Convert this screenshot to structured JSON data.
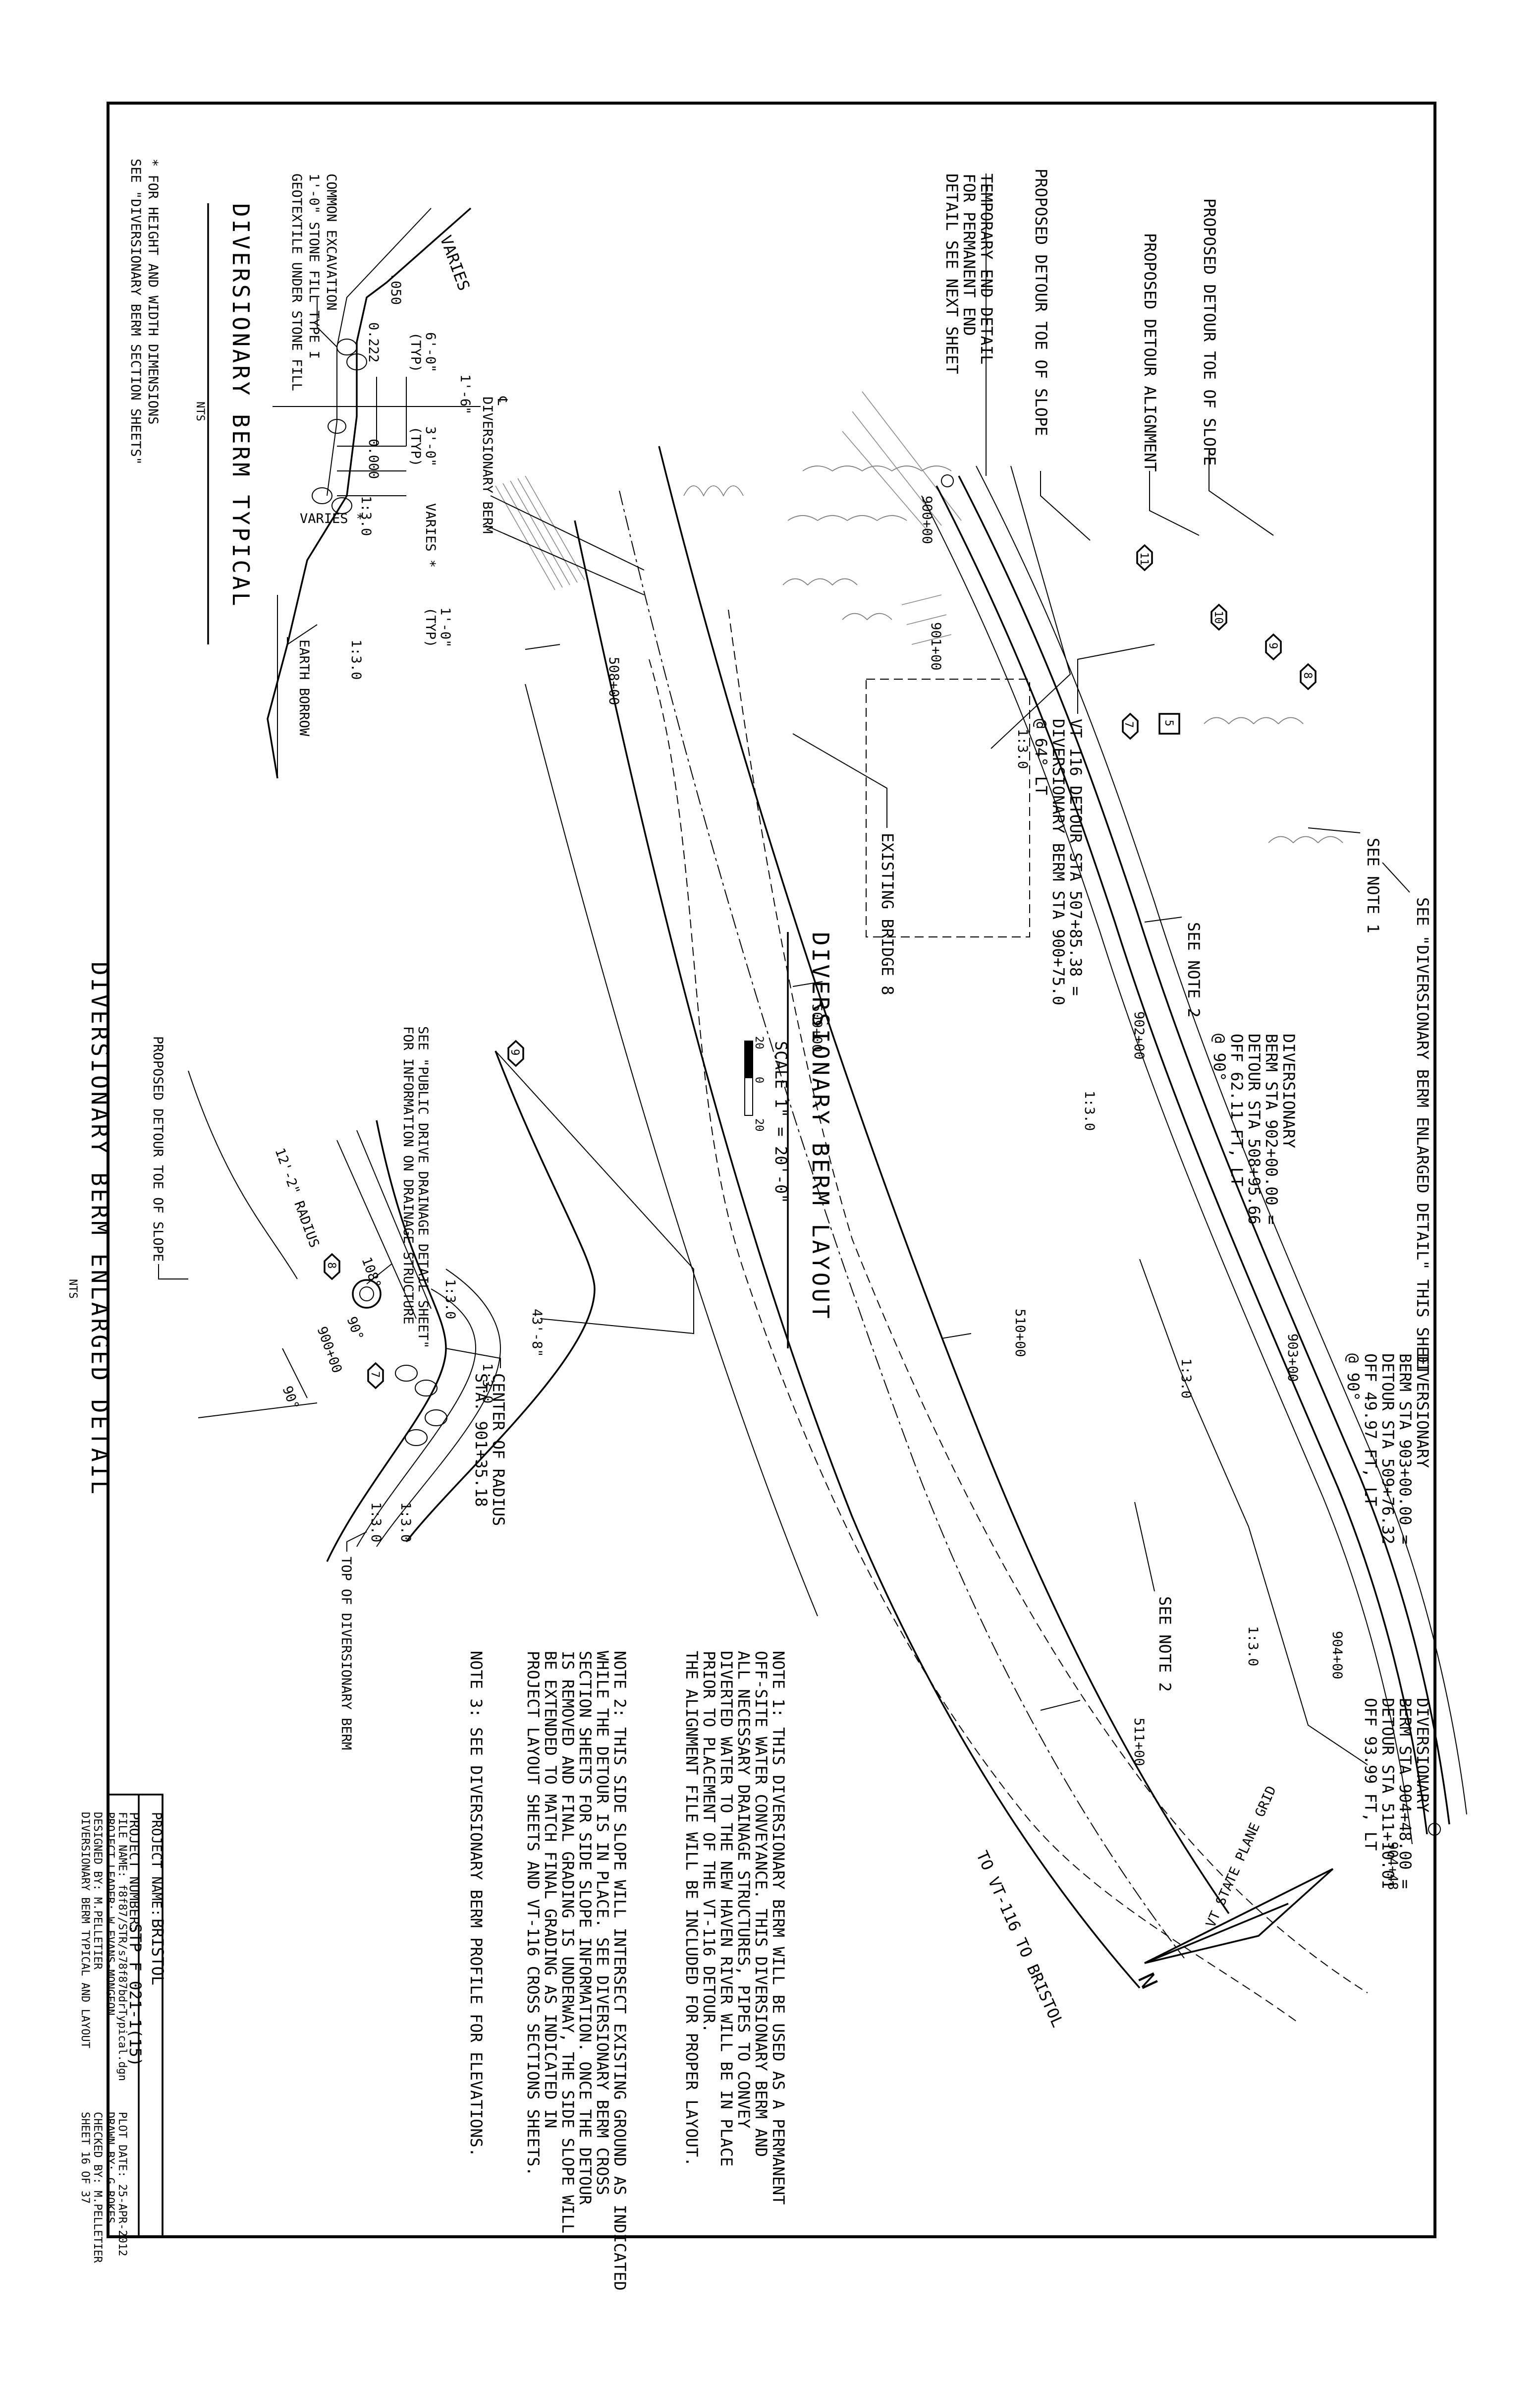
{
  "layout_sheet": {
    "title": "DIVERSIONARY BERM LAYOUT",
    "scale": "SCALE 1\" = 20'-0\"",
    "scale_ticks": [
      "20",
      "0",
      "20"
    ],
    "north_arrow": {
      "letter": "N",
      "grid_label": "VT STATE PLANE GRID"
    },
    "labels": {
      "proposed_toe_top": "PROPOSED DETOUR TOE OF SLOPE",
      "proposed_alignment": "PROPOSED DETOUR ALIGNMENT",
      "proposed_toe_left": "PROPOSED DETOUR TOE OF SLOPE",
      "temp_end_1": "TEMPORARY END DETAIL",
      "temp_end_2": "FOR PERMANENT END",
      "temp_end_3": "DETAIL SEE NEXT SHEET",
      "see_enlarged": "SEE \"DIVERSIONARY BERM ENLARGED DETAIL\" THIS SHEET",
      "see_note_1": "SEE NOTE 1",
      "see_note_2a": "SEE NOTE 2",
      "see_note_2b": "SEE NOTE 2",
      "existing_bridge": "EXISTING BRIDGE 8",
      "to_vt116": "TO VT-116 TO BRISTOL",
      "detour_sta_1": "VT 116 DETOUR STA 507+85.38 =",
      "detour_sta_2": "DIVERSIONARY BERM STA 900+75.0",
      "detour_sta_3": "@ 64° LT",
      "slope": "1:3.0"
    },
    "stations": [
      "900+00",
      "901+00",
      "902+00",
      "903+00",
      "904+00",
      "904+48",
      "508+00",
      "509+00",
      "510+00",
      "511+00"
    ],
    "callouts": [
      {
        "lines": [
          "DIVERSIONARY",
          "BERM STA 902+00.00 =",
          "DETOUR STA 508+95.66",
          "OFF 62.11 FT, LT",
          "@ 90°"
        ]
      },
      {
        "lines": [
          "DIVERSIONARY",
          "BERM STA 903+00.00 =",
          "DETOUR STA 509+76.32",
          "OFF 49.97 FT, LT",
          "@ 90°"
        ]
      },
      {
        "lines": [
          "DIVERSIONARY",
          "BERM STA 904+48.00 =",
          "DETOUR STA 511+10.01",
          "OFF 93.99 FT, LT"
        ]
      }
    ],
    "markers": {
      "hex": [
        "7",
        "8",
        "9",
        "10",
        "11"
      ],
      "square": [
        "5"
      ]
    }
  },
  "notes": [
    [
      "NOTE 1: THIS DIVERSIONARY BERM WILL BE USED AS A PERMANENT",
      "OFF-SITE WATER CONVEYANCE. THIS DIVERSIONARY BERM AND",
      "ALL NECESSARY DRAINAGE STRUCTURES, PIPES TO CONVEY",
      "DIVERTED WATER TO THE NEW HAVEN RIVER WILL BE IN PLACE",
      "PRIOR TO PLACEMENT OF THE VT-116 DETOUR.",
      "THE ALIGNMENT FILE WILL BE INCLUDED FOR PROPER LAYOUT."
    ],
    [
      "NOTE 2: THIS SIDE SLOPE WILL INTERSECT EXISTING GROUND AS INDICATED",
      "WHILE THE DETOUR IS IN PLACE. SEE DIVERSIONARY BERM CROSS",
      "SECTION SHEETS FOR SIDE SLOPE INFORMATION. ONCE THE DETOUR",
      "IS REMOVED AND FINAL GRADING IS UNDERWAY, THE SIDE SLOPE WILL",
      "BE EXTENDED TO MATCH FINAL GRADING AS INDICATED IN",
      "PROJECT LAYOUT SHEETS AND VT-116 CROSS SECTIONS SHEETS."
    ],
    [
      "NOTE 3: SEE DIVERSIONARY BERM PROFILE FOR ELEVATIONS."
    ]
  ],
  "typical": {
    "title": "DIVERSIONARY BERM TYPICAL",
    "nts": "NTS",
    "footnote_1": "* FOR HEIGHT AND WIDTH DIMENSIONS",
    "footnote_2": "SEE \"DIVERSIONARY BERM SECTION SHEETS\"",
    "common_excavation": "COMMON EXCAVATION",
    "stone_fill": "1'-0\" STONE FILL TYPE I",
    "geotextile": "GEOTEXTILE UNDER STONE FILL",
    "varies_top": "VARIES",
    "varies_mid": "VARIES *",
    "varies_low": "VARIES *",
    "berm_cl": "℄",
    "berm_label": "DIVERSIONARY BERM",
    "dim_1": "1'-6\"",
    "dim_6": "6'-0\"",
    "dim_3": "3'-0\"",
    "dim_1b": "1'-0\"",
    "typ": "(TYP)",
    "slope_050": ".050",
    "slope_222": "0.222",
    "slope_000": "0.000",
    "slope_13a": "1:3.0",
    "slope_13b": "1:3.0",
    "earth_borrow": "EARTH BORROW"
  },
  "enlarged": {
    "title": "DIVERSIONARY BERM ENLARGED DETAIL",
    "nts": "NTS",
    "see_public_1": "SEE \"PUBLIC DRIVE DRAINAGE DETAIL SHEET\"",
    "see_public_2": "FOR INFORMATION ON DRAINAGE STRUCTURE",
    "proposed_toe": "PROPOSED DETOUR TOE OF SLOPE",
    "radius": "12'-2\" RADIUS",
    "dim_43": "43'-8\"",
    "angle_108": "108°",
    "angle_90a": "90°",
    "angle_90b": "90°",
    "station": "900+00",
    "center_1": "CENTER OF RADIUS",
    "center_2": "STA. 901+35.18",
    "top_of_berm": "TOP OF DIVERSIONARY BERM",
    "slope": "1:3.0"
  },
  "title_block": {
    "project_name_label": "PROJECT NAME:",
    "project_name": "BRISTOL",
    "project_number_label": "PROJECT NUMBER:",
    "project_number": "STP F 021-1(15)",
    "file_name": "FILE NAME: f8f87/STR/s78f87bdrTypical.dgn",
    "project_leader": "PROJECT LEADER: W.EVANS-MONGEON",
    "designed_by": "DESIGNED BY: M.PELLETIER",
    "sheet_title": "DIVERSIONARY BERM TYPICAL AND LAYOUT",
    "plot_date": "PLOT DATE: 25-APR-2012",
    "drawn_by": "DRAWN BY: G.ROKES",
    "checked_by": "CHECKED BY: M.PELLETIER",
    "sheet": "SHEET 16 OF 37"
  }
}
